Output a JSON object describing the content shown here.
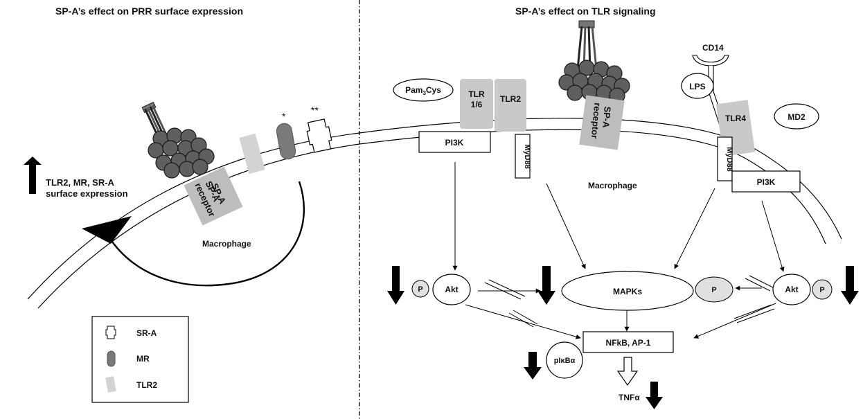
{
  "left_panel": {
    "title": "SP-A’s effect on PRR surface expression",
    "effect_line1": "TLR2, MR, SR-A",
    "effect_line2": "surface expression",
    "receptor_line1": "SP-A",
    "receptor_line2": "receptor",
    "cell_label": "Macrophage",
    "mr_marker": "*",
    "sra_marker": "**",
    "legend": [
      {
        "shape": "sr-a-outline",
        "label": "SR-A"
      },
      {
        "shape": "mr-oval",
        "label": "MR"
      },
      {
        "shape": "tlr2-block",
        "label": "TLR2"
      }
    ]
  },
  "right_panel": {
    "title": "SP-A’s effect on TLR signaling",
    "pam3cys_base": "Pam",
    "pam3cys_sub": "3",
    "pam3cys_rest": "Cys",
    "tlr16_line1": "TLR",
    "tlr16_line2": "1/6",
    "tlr2": "TLR2",
    "pi3k": "PI3K",
    "myd88": "MyD88",
    "receptor_line1": "SP-A",
    "receptor_line2": "receptor",
    "cell_label": "Macrophage",
    "cd14": "CD14",
    "lps": "LPS",
    "tlr4": "TLR4",
    "md2": "MD2",
    "myd88_tlr4": "MyD88",
    "pi3k_tlr4": "PI3K",
    "akt_left": "Akt",
    "p_left": "P",
    "mapks": "MAPKs",
    "p_mapks": "P",
    "akt_right": "Akt",
    "p_right": "P",
    "nfkb": "NFkB, AP-1",
    "pikba": "pIκBα",
    "tnfa": "TNFα"
  },
  "colors": {
    "surfactant_head": "#5f5f5f",
    "receptor_fill": "#bdbdbd",
    "tlr_fill": "#c9c9c9",
    "mr_fill": "#7a7a7a",
    "arrow_black": "#000000"
  }
}
